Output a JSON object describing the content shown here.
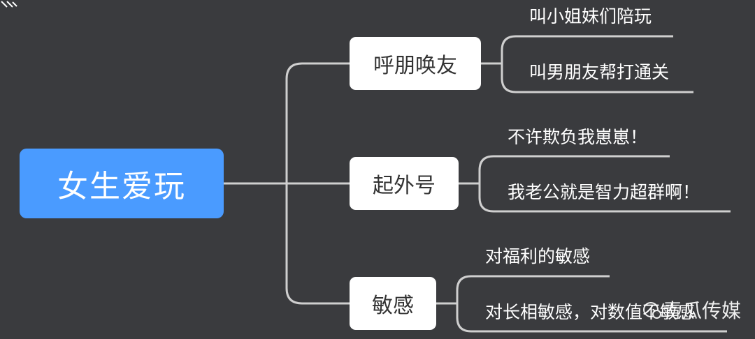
{
  "root": {
    "label": "女生爱玩"
  },
  "branches": [
    {
      "label": "呼朋唤友",
      "leaves": [
        "叫小姐妹们陪玩",
        "叫男朋友帮打通关"
      ]
    },
    {
      "label": "起外号",
      "leaves": [
        "不许欺负我崽崽！",
        "我老公就是智力超群啊！"
      ]
    },
    {
      "label": "敏感",
      "leaves": [
        "对福利的敏感",
        "对长相敏感，对数值不敏感"
      ]
    }
  ],
  "watermark": {
    "text": "青瓜传媒"
  },
  "colors": {
    "background": "#3a3b3e",
    "root": "#4a9bff",
    "branch": "#ffffff",
    "connector": "#cfcfcf"
  }
}
